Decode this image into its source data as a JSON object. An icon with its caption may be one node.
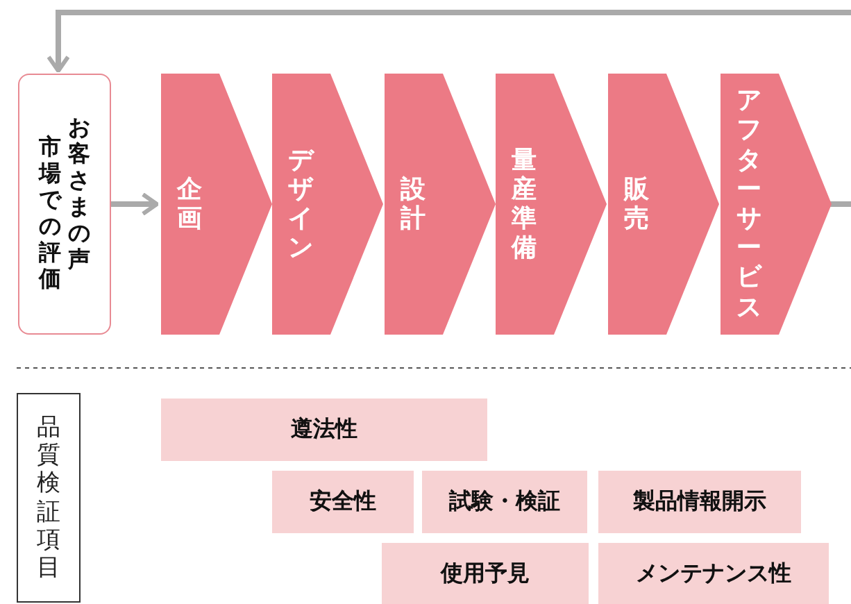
{
  "diagram": {
    "nodes": [
      {
        "text": [
          "市場での評価",
          "お客さまの声"
        ]
      },
      {
        "text": [
          "企画"
        ]
      },
      {
        "text": [
          "デザイン"
        ]
      },
      {
        "text": [
          "設計"
        ]
      },
      {
        "text": [
          "量産準備"
        ]
      },
      {
        "text": [
          "販売"
        ]
      },
      {
        "text": [
          "アフターサービス"
        ]
      },
      {
        "text": [
          "品質検証項目"
        ]
      },
      {
        "text": [
          "遵法性"
        ]
      },
      {
        "text": [
          "安全性"
        ]
      },
      {
        "text": [
          "試験・検証"
        ]
      },
      {
        "text": [
          "製品情報開示"
        ]
      },
      {
        "text": [
          "使用予見"
        ]
      },
      {
        "text": [
          "メンテナンス性"
        ]
      }
    ],
    "edges": [
      {
        "from": 0,
        "to": 1,
        "arrow": "to"
      },
      {
        "from": 6,
        "to": 0,
        "arrow": "to"
      }
    ]
  }
}
